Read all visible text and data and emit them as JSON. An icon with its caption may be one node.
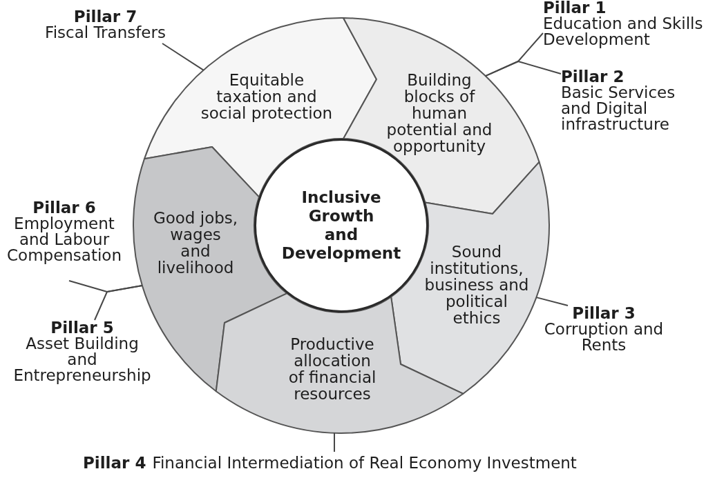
{
  "diagram": {
    "nodes": [
      {
        "text": [
          "Pillar 7",
          "Fiscal Transfers"
        ]
      },
      {
        "text": [
          "Pillar 1",
          "Education and Skills Development"
        ]
      },
      {
        "text": [
          "Pillar 2",
          "Basic Services and Digital infrastructure"
        ]
      },
      {
        "text": [
          "Equitable taxation and social protection"
        ]
      },
      {
        "text": [
          "Building blocks of human potential and opportunity"
        ]
      },
      {
        "text": [
          "Inclusive Growth and Development"
        ]
      },
      {
        "text": [
          "Pillar 6",
          "Employment and Labour Compensation"
        ]
      },
      {
        "text": [
          "Good jobs, wages and livelihood"
        ]
      },
      {
        "text": [
          "Sound institutions, business and political ethics"
        ]
      },
      {
        "text": [
          "Pillar 3",
          "Corruption and Rents"
        ]
      },
      {
        "text": [
          "Pillar 5",
          "Asset Building and Entrepreneurship"
        ]
      },
      {
        "text": [
          "Productive allocation of financial resources"
        ]
      },
      {
        "text": [
          "Pillar 4",
          "Financial Intermediation of Real Economy Investment"
        ]
      }
    ],
    "edges": [
      {
        "from": 0,
        "to": 3,
        "arrow": "none"
      },
      {
        "from": 1,
        "to": 4,
        "arrow": "none"
      },
      {
        "from": 2,
        "to": 4,
        "arrow": "none"
      },
      {
        "from": 6,
        "to": 7,
        "arrow": "none"
      },
      {
        "from": 9,
        "to": 8,
        "arrow": "none"
      },
      {
        "from": 10,
        "to": 7,
        "arrow": "none"
      },
      {
        "from": 12,
        "to": 11,
        "arrow": "none"
      }
    ]
  }
}
